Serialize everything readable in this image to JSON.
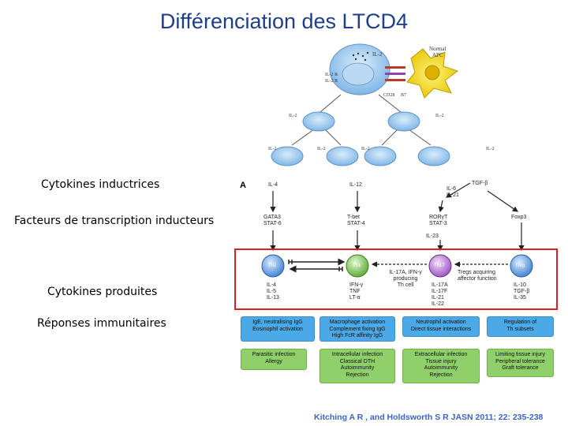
{
  "title": "Différenciation des LTCD4",
  "row_labels": {
    "cytokines_inductrices": "Cytokines inductrices",
    "facteurs": "Facteurs de transcription inducteurs",
    "cytokines_produites": "Cytokines produites",
    "reponses": "Réponses immunitaires"
  },
  "top_image": {
    "il2": "IL-2",
    "normal_apc": [
      "Normal",
      "APC"
    ],
    "cd28": "CD28",
    "b7": "B7",
    "il2r": [
      "IL-2 R",
      "IL-2 R"
    ]
  },
  "panel": {
    "letter": "A",
    "inducers": {
      "th2": "IL-4",
      "th1": "IL-12",
      "th17": [
        "IL-6",
        "IL-21"
      ],
      "treg": "TGF-β"
    },
    "tfs": {
      "th2": [
        "GATA3",
        "STAT-6"
      ],
      "th1": [
        "T-bet",
        "STAT-4"
      ],
      "th17": [
        "RORγT",
        "STAT-3"
      ],
      "treg": "Foxp3"
    },
    "il23": "IL-23",
    "cells": {
      "th2": "Th2",
      "th1": "Th1",
      "th17": "Th17",
      "treg": "Treg"
    },
    "middle_labels": {
      "il17_producing": [
        "IL-17A, IFN-γ",
        "producing",
        "Th cell"
      ],
      "tregs_acquiring": [
        "Tregs acquiring",
        "affector function"
      ]
    },
    "produced": {
      "th2": [
        "IL-4",
        "IL-5",
        "IL-13"
      ],
      "th1": [
        "IFN-γ",
        "TNF",
        "LT-α"
      ],
      "th17": [
        "IL-17A",
        "IL-17F",
        "IL-21",
        "IL-22"
      ],
      "treg": [
        "IL-10",
        "TGF-β",
        "IL-35"
      ]
    },
    "responses": {
      "th2": [
        "IgE, neutralising IgG",
        "Eosinophil activation"
      ],
      "th1": [
        "Macrophage activation",
        "Complement fixing IgG",
        "High FcR affinity IgG"
      ],
      "th17": [
        "Neutrophil activation",
        "Direct tissue interactions"
      ],
      "treg": [
        "Regulation of",
        "Th subsets"
      ]
    },
    "diseases": {
      "th2": [
        "Parasitic infection",
        "Allergy"
      ],
      "th1": [
        "Intracellular infection",
        "Classical DTH",
        "Autoimmunity",
        "Rejection"
      ],
      "th17": [
        "Extracellular infection",
        "Tissue injury",
        "Autoimmunity",
        "Rejection"
      ],
      "treg": [
        "Limiting tissue injury",
        "Peripheral tolerance",
        "Graft tolerance"
      ]
    }
  },
  "citation": "Kitching A R , and Holdsworth S R JASN 2011; 22: 235-238",
  "colors": {
    "title": "#1f3d8a",
    "highlight": "#e02020",
    "blue_box": "#4aa9e6",
    "green_box": "#8fd06a",
    "citation": "#3a63c8"
  }
}
